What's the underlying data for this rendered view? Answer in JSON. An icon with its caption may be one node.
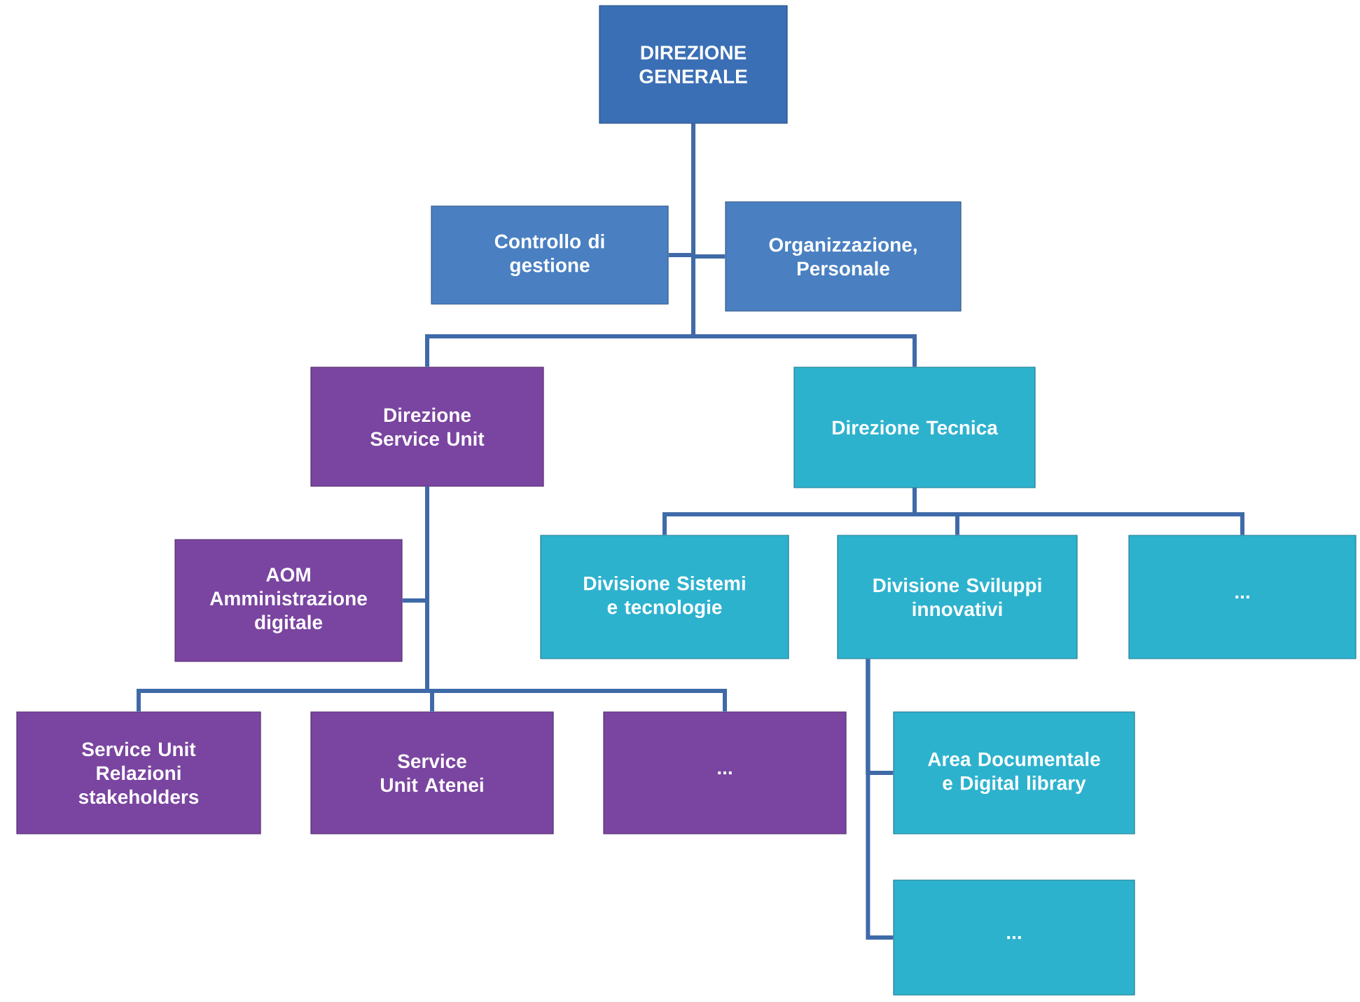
{
  "diagram": {
    "nodes": [
      {
        "text": [
          "DIREZIONE GENERALE"
        ]
      },
      {
        "text": [
          "Controllo di gestione"
        ]
      },
      {
        "text": [
          "Organizzazione, Personale"
        ]
      },
      {
        "text": [
          "Direzione Service Unit"
        ]
      },
      {
        "text": [
          "Direzione Tecnica"
        ]
      },
      {
        "text": [
          "AOM Amministrazione digitale"
        ]
      },
      {
        "text": [
          "Divisione Sistemi e tecnologie"
        ]
      },
      {
        "text": [
          "Divisione Sviluppi innovativi"
        ]
      },
      {
        "text": [
          "..."
        ]
      },
      {
        "text": [
          "Service Unit Relazioni stakeholders"
        ]
      },
      {
        "text": [
          "Service Unit Atenei"
        ]
      },
      {
        "text": [
          "..."
        ]
      },
      {
        "text": [
          "Area Documentale e Digital library"
        ]
      },
      {
        "text": [
          "..."
        ]
      }
    ],
    "edges": [
      {
        "from": 0,
        "to": 1,
        "arrow": "none"
      },
      {
        "from": 0,
        "to": 2,
        "arrow": "none"
      },
      {
        "from": 0,
        "to": 3,
        "arrow": "none"
      },
      {
        "from": 0,
        "to": 4,
        "arrow": "none"
      },
      {
        "from": 3,
        "to": 5,
        "arrow": "none"
      },
      {
        "from": 3,
        "to": 9,
        "arrow": "none"
      },
      {
        "from": 3,
        "to": 10,
        "arrow": "none"
      },
      {
        "from": 3,
        "to": 11,
        "arrow": "none"
      },
      {
        "from": 4,
        "to": 6,
        "arrow": "none"
      },
      {
        "from": 4,
        "to": 7,
        "arrow": "none"
      },
      {
        "from": 4,
        "to": 8,
        "arrow": "none"
      },
      {
        "from": 7,
        "to": 12,
        "arrow": "none"
      },
      {
        "from": 7,
        "to": 13,
        "arrow": "none"
      }
    ]
  }
}
